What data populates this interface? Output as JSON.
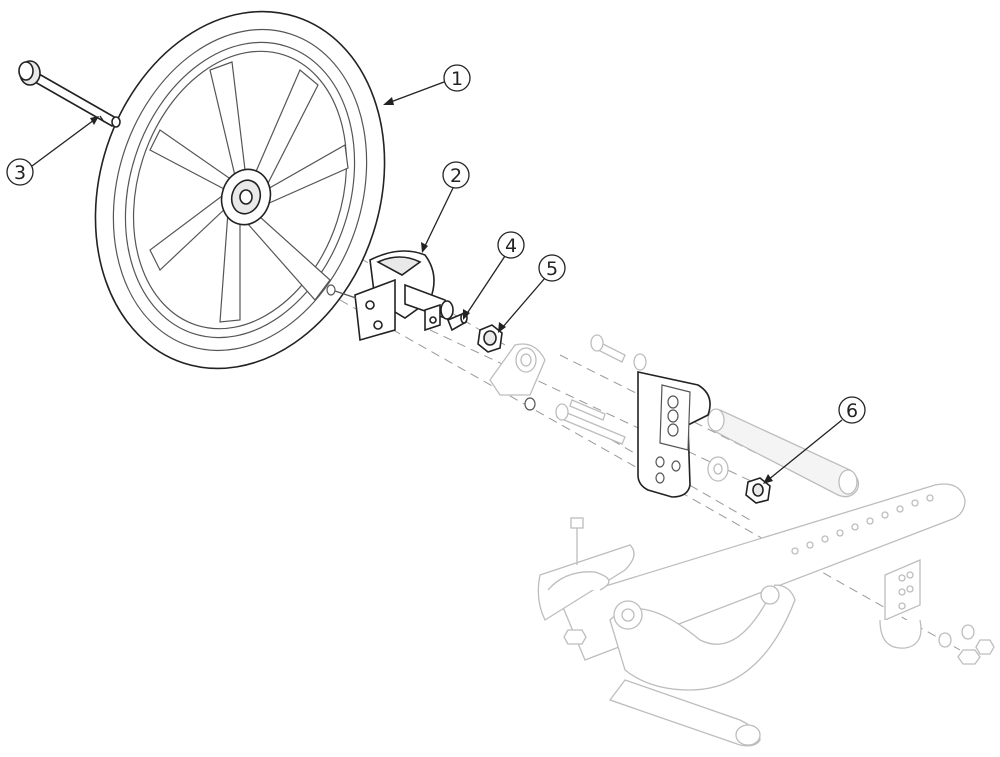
{
  "diagram": {
    "type": "exploded-parts-view",
    "callouts": [
      {
        "id": "callout-1",
        "label": "1",
        "part": "rear-wheel"
      },
      {
        "id": "callout-2",
        "label": "2",
        "part": "axle-housing-brake"
      },
      {
        "id": "callout-3",
        "label": "3",
        "part": "quick-release-axle"
      },
      {
        "id": "callout-4",
        "label": "4",
        "part": "set-screw"
      },
      {
        "id": "callout-5",
        "label": "5",
        "part": "hex-nut"
      },
      {
        "id": "callout-6",
        "label": "6",
        "part": "lock-nut"
      }
    ]
  },
  "colors": {
    "line_dark": "#222222",
    "line_light": "#bdbdbd",
    "centerline": "#999999",
    "background": "#ffffff"
  }
}
